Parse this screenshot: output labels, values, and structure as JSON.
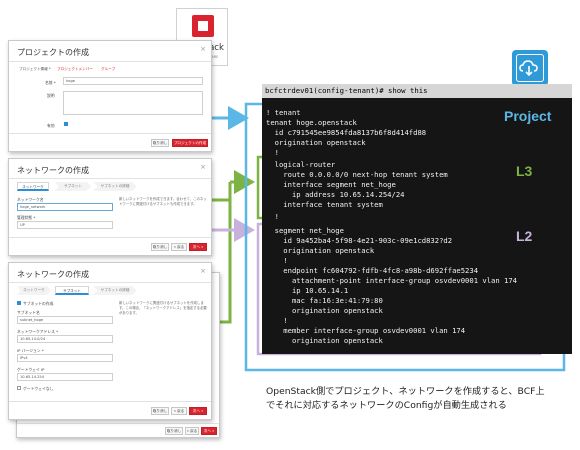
{
  "logo": {
    "word": "openstack",
    "sub": "CLOUD SOFTWARE"
  },
  "dialog1": {
    "title": "プロジェクトの作成",
    "close": "×",
    "tabs": [
      "プロジェクト情報 *",
      "プロジェクトメンバー",
      "グループ"
    ],
    "name_label": "名前 *",
    "name_value": "hoge",
    "desc_label": "説明",
    "enabled_label": "有効",
    "cancel": "取り消し",
    "submit": "プロジェクトの作成"
  },
  "dialog2": {
    "title": "ネットワークの作成",
    "close": "×",
    "tabs": [
      "ネットワーク",
      "サブネット",
      "サブネットの詳細"
    ],
    "name_label": "ネットワーク名",
    "name_value": "hoge_network",
    "admin_label": "管理状態 *",
    "admin_value": "UP",
    "help": "新しいネットワークを作成できます。合わせて、このネットワークに関連付けるサブネットも作成できます。",
    "cancel": "取り消し",
    "back": "« 戻る",
    "next": "次へ »"
  },
  "dialog3": {
    "title": "ネットワークの作成",
    "close": "×",
    "tabs": [
      "ネットワーク",
      "サブネット",
      "サブネットの詳細"
    ],
    "create_subnet_label": "サブネットの作成",
    "subnet_name_label": "サブネット名",
    "subnet_name_value": "subnet_hoge",
    "address_label": "ネットワークアドレス *",
    "address_value": "10.65.14.0/24",
    "ipver_label": "IP バージョン *",
    "ipver_value": "IPv4",
    "gateway_label": "ゲートウェイ IP",
    "gateway_value": "10.65.14.254",
    "disable_gw_label": "ゲートウェイなし",
    "help": "新しいネットワークに関連付けるサブネットを作成します。この場合、「ネットワークアドレス」を指定する必要があります。",
    "cancel": "取り消し",
    "back": "« 戻る",
    "next": "次へ »"
  },
  "terminal": {
    "prompt": "bcfctrdev01(config-tenant)# show this",
    "lines": [
      "! tenant",
      "tenant hoge.openstack",
      "  id c791545ee9854fda8137b6f8d414fd88",
      "  origination openstack",
      "  !",
      "  logical-router",
      "    route 0.0.0.0/0 next-hop tenant system",
      "    interface segment net_hoge",
      "      ip address 10.65.14.254/24",
      "    interface tenant system",
      "  !",
      "  segment net_hoge",
      "    id 9a452ba4-5f98-4e21-903c-09e1cd832?d2",
      "    origination openstack",
      "    !",
      "    endpoint fc604792-fdfb-4fc8-a98b-d692ffae5234",
      "      attachment-point interface-group osvdev0001 vlan 174",
      "      ip 10.65.14.1",
      "      mac fa:16:3e:41:79:80",
      "      origination openstack",
      "    !",
      "    member interface-group osvdev0001 vlan 174",
      "      origination openstack"
    ]
  },
  "labels": {
    "project": "Project",
    "l3": "L3",
    "l2": "L2"
  },
  "colors": {
    "project": "#5bb7e6",
    "l3": "#7cb342",
    "l2": "#c8b1dc",
    "openstack_red": "#d9232e",
    "cloud_icon": "#2f9ad8"
  },
  "icons": {
    "cloud": "cloud-icon"
  },
  "caption": {
    "line1": "OpenStack側でプロジェクト、ネットワークを作成すると、BCF上",
    "line2": "でそれに対応するネットワークのConfigが自動生成される"
  }
}
